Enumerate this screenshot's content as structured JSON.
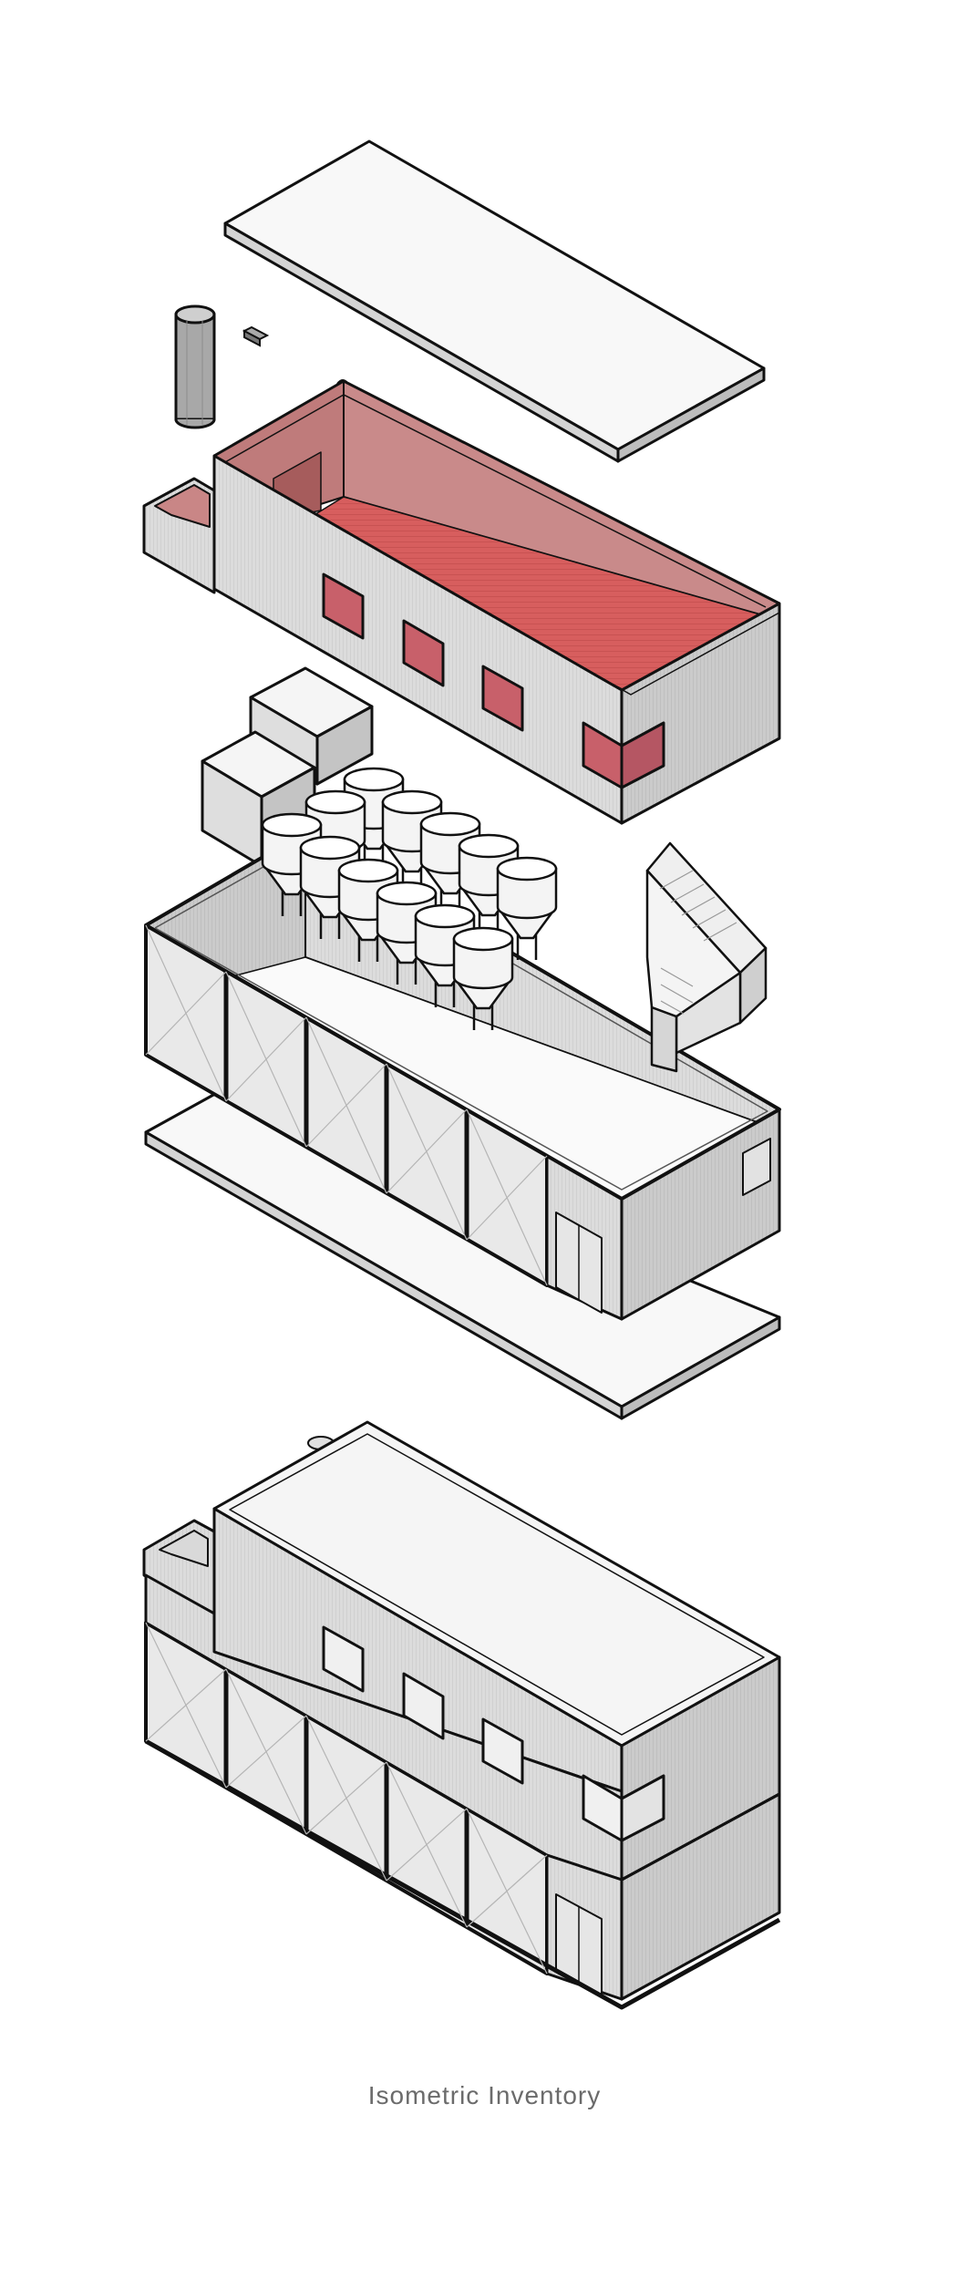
{
  "caption": "Isometric Inventory",
  "colors": {
    "background": "#ffffff",
    "line": "#111111",
    "slab_top": "#f7f7f7",
    "slab_side": "#cfcfcf",
    "wall_light": "#dedede",
    "wall_dark": "#c9c9c9",
    "interior_red": "#c98a8a",
    "interior_red_dark": "#b26d6d",
    "floor_red": "#d35c5c",
    "window_red": "#c8606a",
    "glass": "#ececec",
    "tank": "#f4f4f4",
    "caption": "#6b6b6b"
  },
  "components": [
    {
      "id": "roof-slab",
      "label": ""
    },
    {
      "id": "chimney",
      "label": ""
    },
    {
      "id": "vent",
      "label": ""
    },
    {
      "id": "upper-floor",
      "label": ""
    },
    {
      "id": "mechanical-units",
      "label": ""
    },
    {
      "id": "brewing-tanks",
      "label": "",
      "count": 12
    },
    {
      "id": "staircase",
      "label": ""
    },
    {
      "id": "ground-floor",
      "label": ""
    },
    {
      "id": "ground-slab",
      "label": ""
    },
    {
      "id": "assembled-building",
      "label": ""
    }
  ]
}
